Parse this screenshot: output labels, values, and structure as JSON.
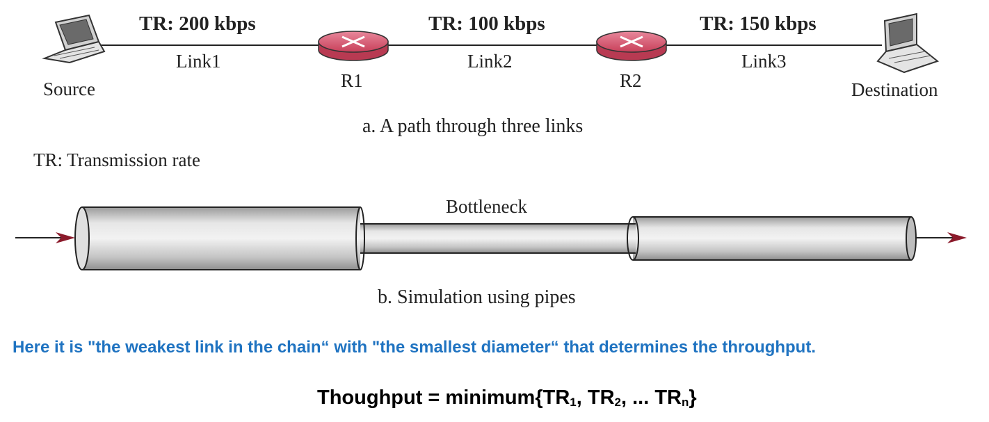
{
  "path": {
    "links": [
      {
        "rate": "TR: 200 kbps",
        "name": "Link1"
      },
      {
        "rate": "TR: 100 kbps",
        "name": "Link2"
      },
      {
        "rate": "TR: 150 kbps",
        "name": "Link3"
      }
    ],
    "routers": [
      "R1",
      "R2"
    ],
    "source": "Source",
    "destination": "Destination",
    "caption": "a. A path through three links",
    "legend": "TR: Transmission rate"
  },
  "pipes": {
    "label": "Bottleneck",
    "caption": "b. Simulation using pipes"
  },
  "note": "Here it is \"the weakest link in the chain“ with \"the smallest diameter“ that determines the throughput.",
  "formula": {
    "prefix": "Thoughput = minimum{TR",
    "sub1": "1",
    "sep1": ", TR",
    "sub2": "2",
    "sep2": ", ... TR",
    "subn": "n",
    "suffix": "}"
  },
  "colors": {
    "note": "#1f73c1",
    "router": "#d4506a",
    "arrow": "#8b1a2b",
    "pipe": "#d8d8d8"
  }
}
